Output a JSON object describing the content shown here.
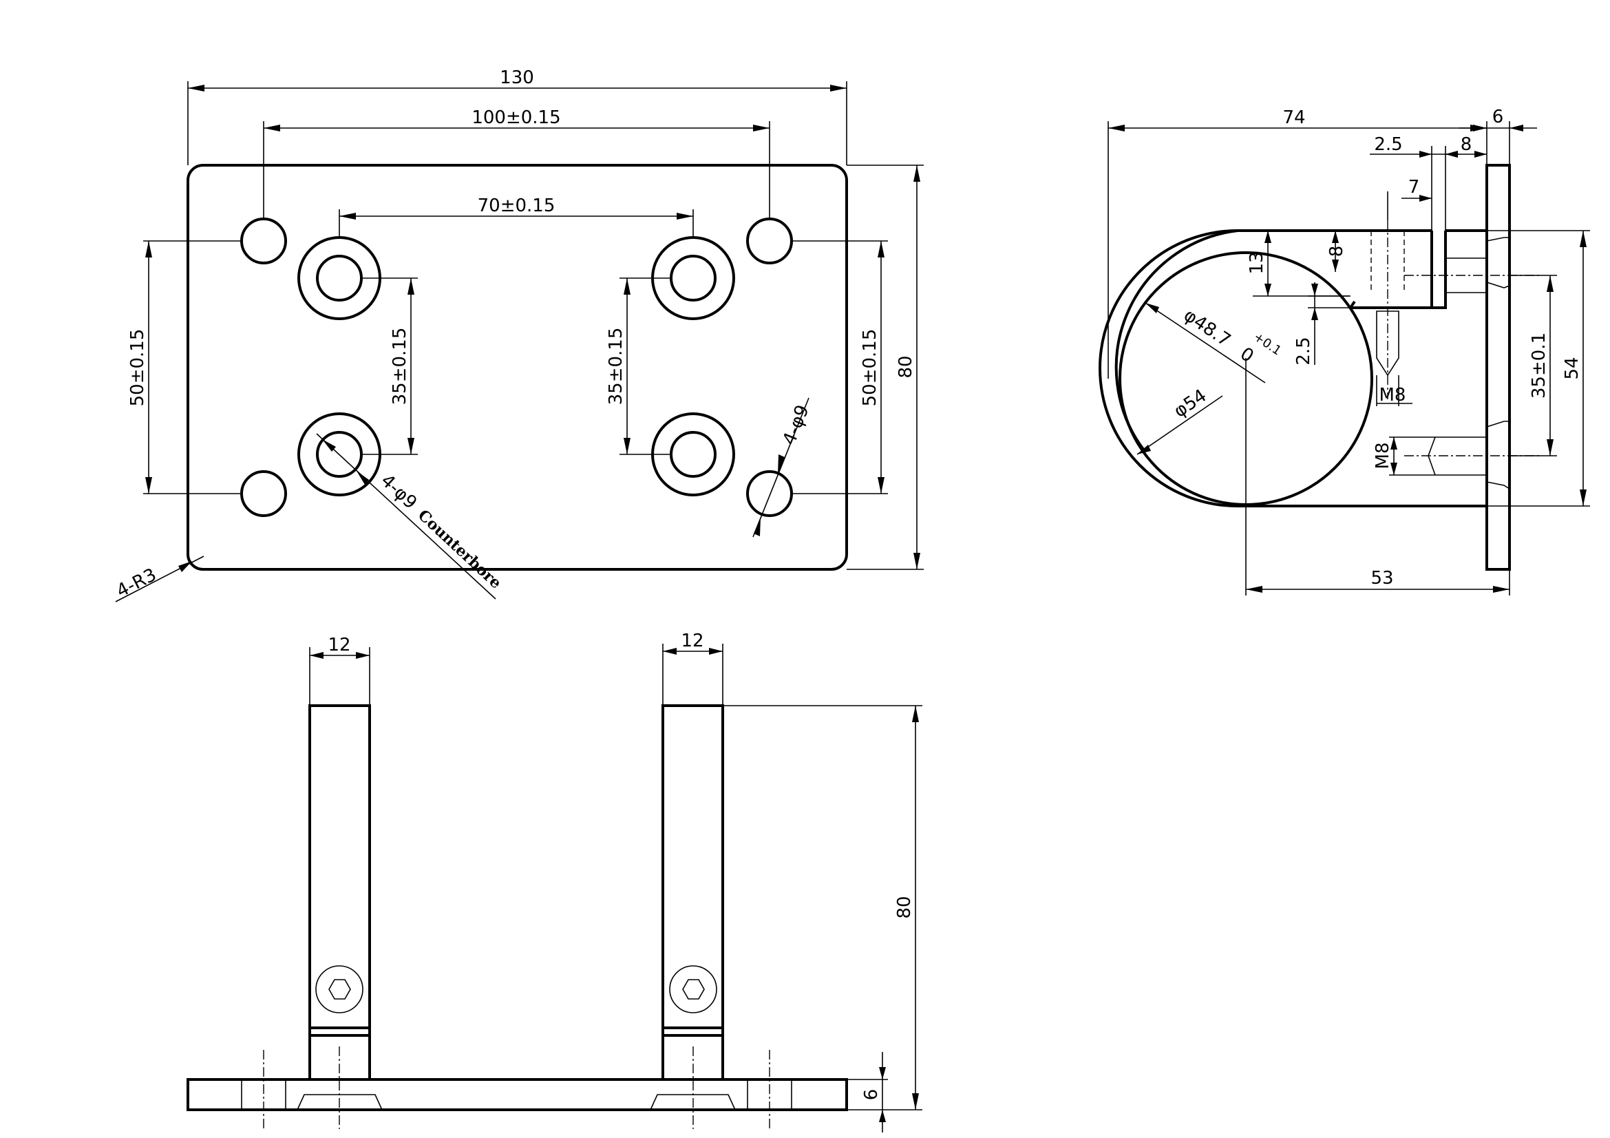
{
  "top_view": {
    "overall_width": "130",
    "outer_hole_spacing": "100±0.15",
    "counterbore_spacing_x": "70±0.15",
    "outer_hole_spacing_y_left": "50±0.15",
    "counterbore_spacing_y_left": "35±0.15",
    "counterbore_spacing_y_right": "35±0.15",
    "outer_hole_spacing_y_right": "50±0.15",
    "overall_height": "80",
    "corner_radius": "4-R3",
    "outer_holes": "4-φ9",
    "counterbore_holes": "4-φ9",
    "counterbore_word": "Counterbore"
  },
  "side_view": {
    "overall_width": "74",
    "plate_thickness": "6",
    "dim_2_5_top": "2.5",
    "dim_8_top": "8",
    "dim_7": "7",
    "dim_13": "13",
    "dim_8_vertical": "8",
    "dim_2_5_side": "2.5",
    "bore_diameter": "φ48.7",
    "bore_tolerance_upper": "+0.1",
    "bore_tolerance_lower": "0",
    "outer_diameter": "φ54",
    "thread_m8_clamp": "M8",
    "thread_m8_lower": "M8",
    "bolt_spacing": "35±0.1",
    "plate_height": "54",
    "depth": "53"
  },
  "front_view": {
    "left_post_width": "12",
    "right_post_width": "12",
    "post_height": "80",
    "base_thickness": "6"
  }
}
